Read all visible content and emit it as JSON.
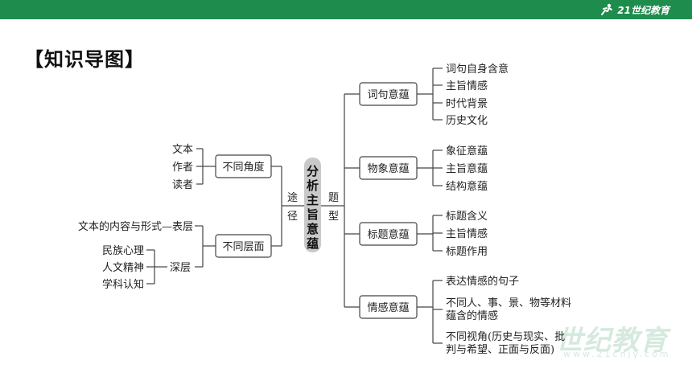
{
  "brand": {
    "logo_text": "21世纪教育",
    "accent": "#1e8c4d"
  },
  "heading": "【知识导图】",
  "watermark": {
    "text": "世纪教育",
    "sub": "www.21cnjy.com"
  },
  "center": [
    "分",
    "析",
    "主",
    "旨",
    "意",
    "蕴"
  ],
  "left_connector": [
    "途",
    "径"
  ],
  "right_connector": [
    "题",
    "型"
  ],
  "left": {
    "angle": {
      "label": "不同角度",
      "items": [
        "文本",
        "作者",
        "读者"
      ]
    },
    "layer": {
      "label": "不同层面",
      "surface": "文本的内容与形式—表层",
      "deep_label": "深层",
      "deep_items": [
        "民族心理",
        "人文精神",
        "学科认知"
      ]
    }
  },
  "right": [
    {
      "label": "词句意蕴",
      "items": [
        "词句自身含意",
        "主旨情感",
        "时代背景",
        "历史文化"
      ]
    },
    {
      "label": "物象意蕴",
      "items": [
        "象征意蕴",
        "主旨意蕴",
        "结构意蕴"
      ]
    },
    {
      "label": "标题意蕴",
      "items": [
        "标题含义",
        "主旨情感",
        "标题作用"
      ]
    },
    {
      "label": "情感意蕴",
      "items": [
        "表达情感的句子",
        "不同人、事、景、物等材料",
        "蕴含的情感",
        "不同视角(历史与现实、批",
        "判与希望、正面与反面)"
      ]
    }
  ]
}
